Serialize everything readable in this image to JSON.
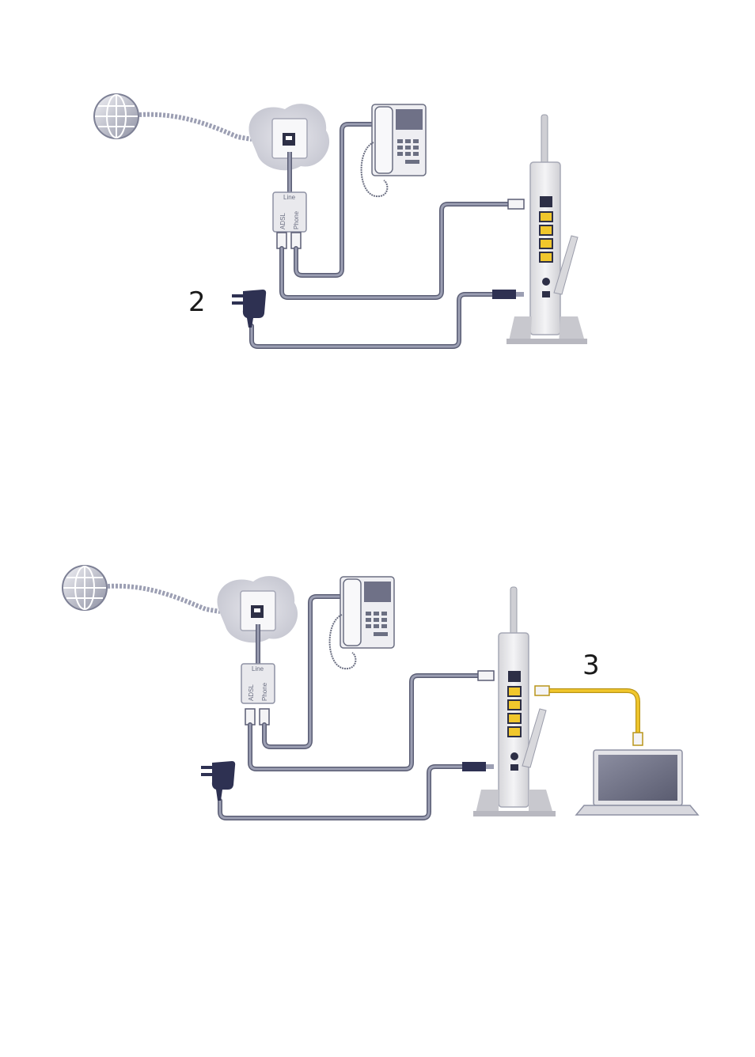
{
  "diagram_top": {
    "step_number": "2",
    "splitter_labels": {
      "line": "Line",
      "adsl": "ADSL",
      "phone": "Phone"
    }
  },
  "diagram_bottom": {
    "step_number": "3",
    "splitter_labels": {
      "line": "Line",
      "adsl": "ADSL",
      "phone": "Phone"
    }
  },
  "colors": {
    "cable": "#9c9fb3",
    "cable_outline": "#5a5d74",
    "ethernet": "#f1c72c",
    "router_body": "#e8e8ea",
    "adapter": "#2e3152",
    "laptop_screen": "#6f7187"
  },
  "icons": [
    "internet-globe-icon",
    "wall-jack-icon",
    "telephone-icon",
    "router-icon",
    "power-adapter-icon",
    "laptop-icon"
  ]
}
